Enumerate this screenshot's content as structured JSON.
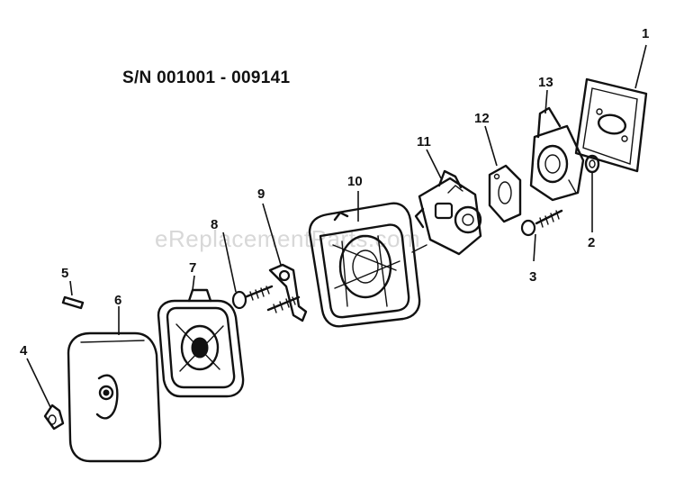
{
  "serial_range": "S/N 001001 - 009141",
  "watermark": "eReplacementParts.com",
  "callouts": [
    "1",
    "2",
    "3",
    "4",
    "5",
    "6",
    "7",
    "8",
    "9",
    "10",
    "11",
    "12",
    "13"
  ]
}
